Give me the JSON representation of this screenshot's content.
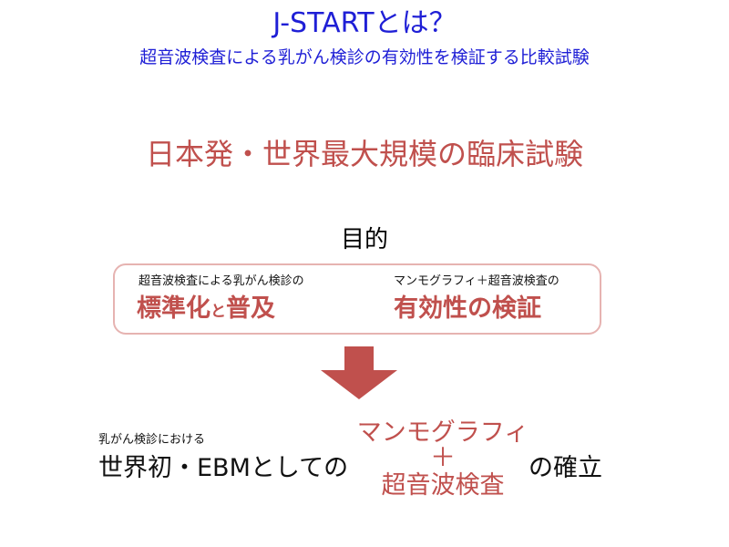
{
  "header": {
    "title": "J-STARTとは？",
    "subtitle": "超音波検査による乳がん検診の有効性を検証する比較試験"
  },
  "headline": "日本発・世界最大規模の臨床試験",
  "purpose": {
    "label": "目的",
    "left": {
      "caption": "超音波検査による乳がん検診の",
      "part1": "標準化",
      "joiner": "と",
      "part2": "普及"
    },
    "right": {
      "caption": "マンモグラフィ＋超音波検査の",
      "emphasis": "有効性の検証"
    }
  },
  "arrow_icon": "down-arrow-icon",
  "conclusion": {
    "caption": "乳がん検診における",
    "prefix": "世界初・EBMとしての",
    "stack_top": "マンモグラフィ",
    "stack_plus": "＋",
    "stack_bottom": "超音波検査",
    "suffix": "の確立"
  },
  "colors": {
    "title_blue": "#1f1fd6",
    "accent_red": "#c0504d",
    "box_border": "#e6b3b1",
    "arrow": "#c0504d"
  }
}
